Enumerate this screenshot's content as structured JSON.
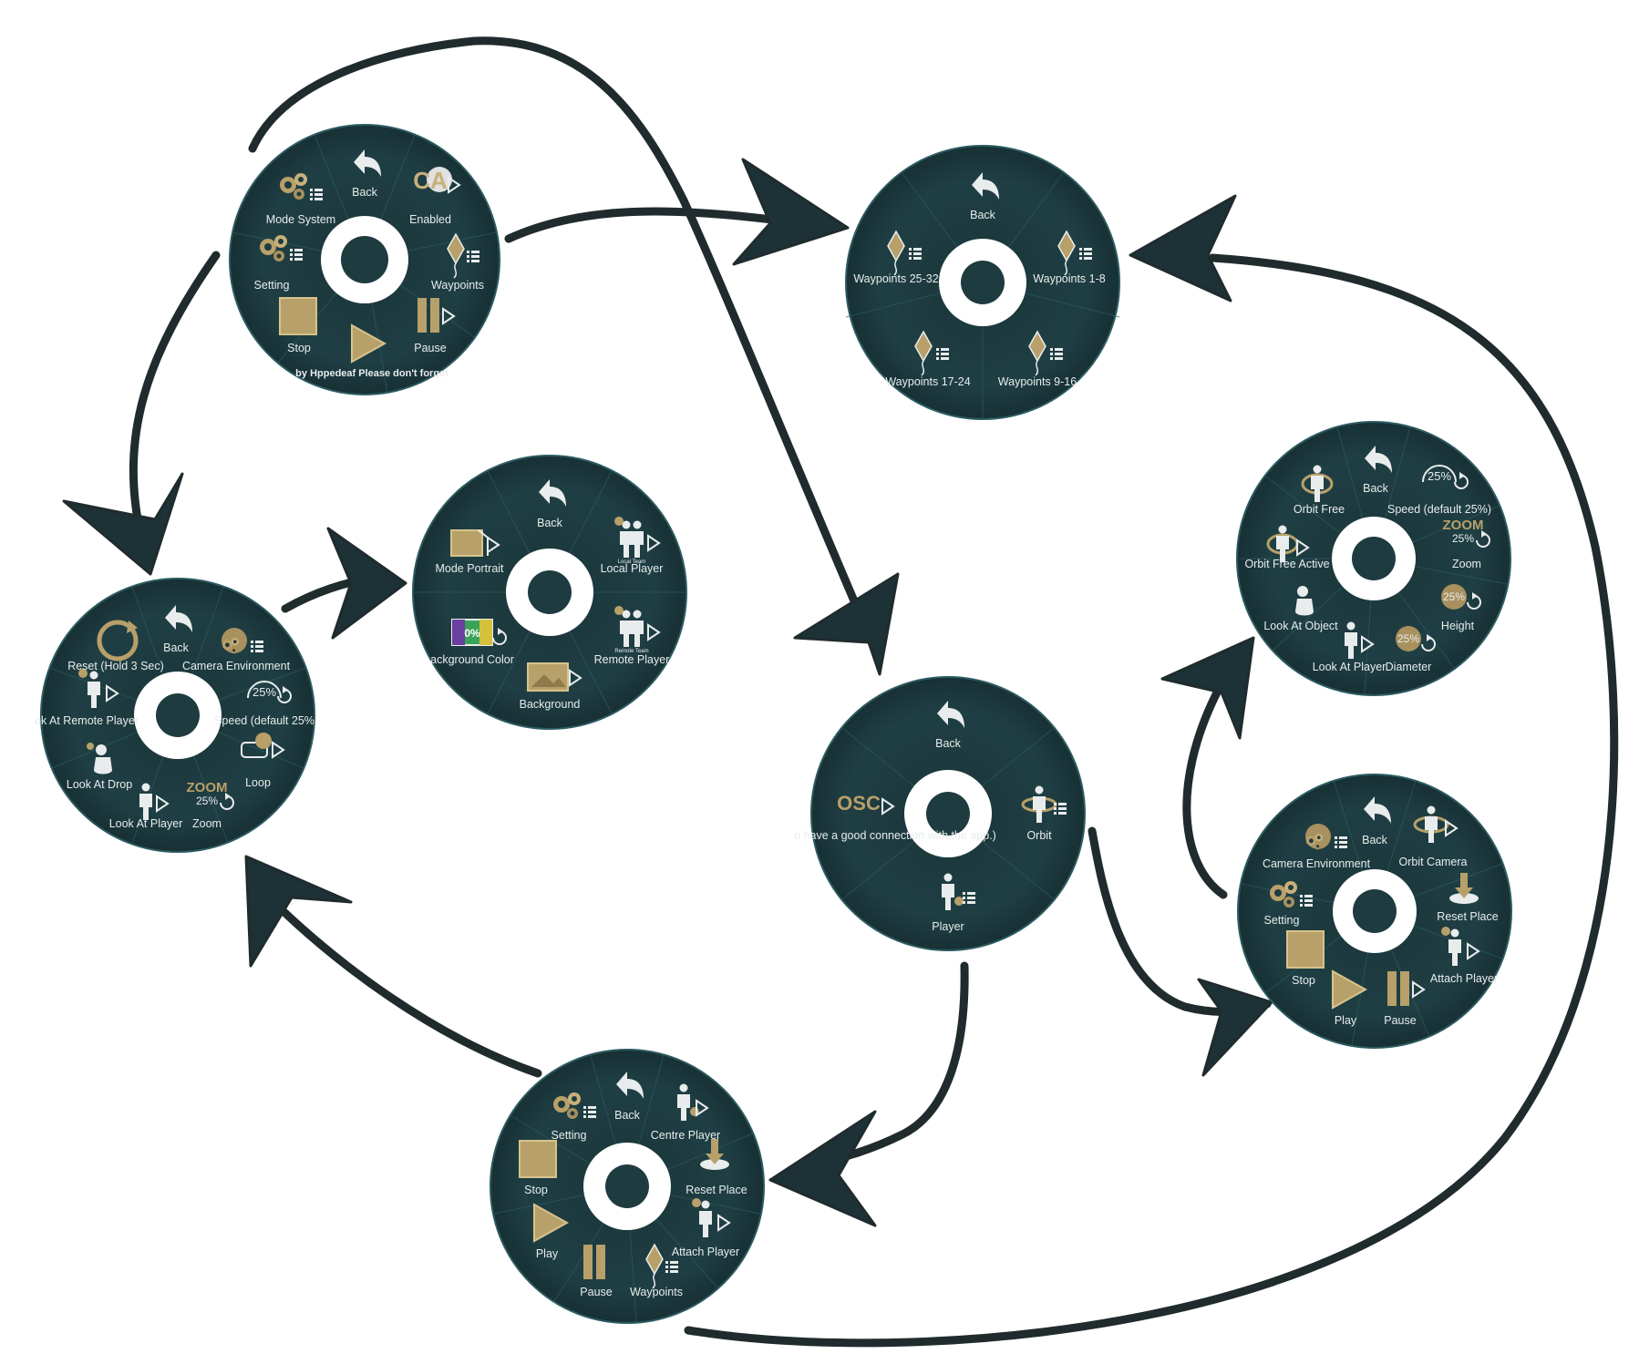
{
  "wheels": {
    "main": {
      "labels": [
        "Back",
        "Enabled",
        "Waypoints",
        "Pause",
        "Stop",
        "Setting",
        "Mode System"
      ],
      "footer": "by Hppedeaf Please don't forget",
      "enabled_icon_text": "CA"
    },
    "waypoints": {
      "labels": [
        "Back",
        "Waypoints 1-8",
        "Waypoints 9-16",
        "Waypoints 17-24",
        "Waypoints 25-32"
      ]
    },
    "camera": {
      "labels": [
        "Back",
        "Camera Environment",
        "Speed (default 25%",
        "Loop",
        "Zoom",
        "Look At Player",
        "Look At Drop",
        "ok At Remote Player",
        "Reset (Hold 3 Sec)"
      ],
      "pct": "25%",
      "zoom_word": "ZOOM"
    },
    "portrait": {
      "labels": [
        "Back",
        "Local Player",
        "Remote Player",
        "Background",
        "ackground Color",
        "Mode Portrait"
      ],
      "pct": "0%",
      "local_tag": "Local Team",
      "remote_tag": "Remote Team"
    },
    "player_mode": {
      "labels": [
        "Back",
        "Orbit",
        "Player",
        "u have a good connection with the app.)"
      ],
      "osc_text": "OSC"
    },
    "orbit_settings": {
      "labels": [
        "Back",
        "Speed (default 25%)",
        "Zoom",
        "Height",
        "Diameter",
        "Look At Player",
        "Look At Object",
        "Orbit Free Active",
        "Orbit Free"
      ],
      "pct": "25%",
      "zoom_word": "ZOOM"
    },
    "orbit": {
      "labels": [
        "Back",
        "Orbit Camera",
        "Reset Place",
        "Attach Player",
        "Pause",
        "Play",
        "Stop",
        "Setting",
        "Camera Environment"
      ]
    },
    "player": {
      "labels": [
        "Back",
        "Centre Player",
        "Reset Place",
        "Attach Player",
        "Waypoints",
        "Pause",
        "Play",
        "Stop",
        "Setting"
      ]
    }
  },
  "colors": {
    "wheel_fill": "#1e3b40",
    "wheel_edge": "#2b5b60",
    "arrow": "#202b2d",
    "gold": "#b8a06a"
  }
}
